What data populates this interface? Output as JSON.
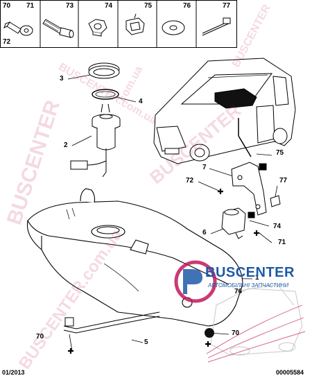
{
  "header_parts": [
    {
      "number": "70"
    },
    {
      "number": "71"
    },
    {
      "number": "72"
    },
    {
      "number": "73"
    },
    {
      "number": "74"
    },
    {
      "number": "75"
    },
    {
      "number": "76"
    },
    {
      "number": "77"
    }
  ],
  "callouts": {
    "c3": "3",
    "c4": "4",
    "c2": "2",
    "c7": "7",
    "c72": "72",
    "c75": "75",
    "c77": "77",
    "c6": "6",
    "c74": "74",
    "c71": "71",
    "c1": "1",
    "c76": "76",
    "c70a": "70",
    "c5": "5",
    "c70b": "70"
  },
  "footer": {
    "date": "01/2013",
    "reference": "00005584"
  },
  "brand": {
    "name": "BUSCENTER",
    "tagline": "АВТОМОБІЛЬНІ ЗАПЧАСТИНИ"
  },
  "watermark": {
    "text_a": "BUSCENTER",
    "text_b": "BUSCENTER.com.ua",
    "text_c": "com.ua"
  },
  "colors": {
    "line": "#000000",
    "accent": "#c2185b",
    "brand_blue": "#1e5aa8"
  }
}
